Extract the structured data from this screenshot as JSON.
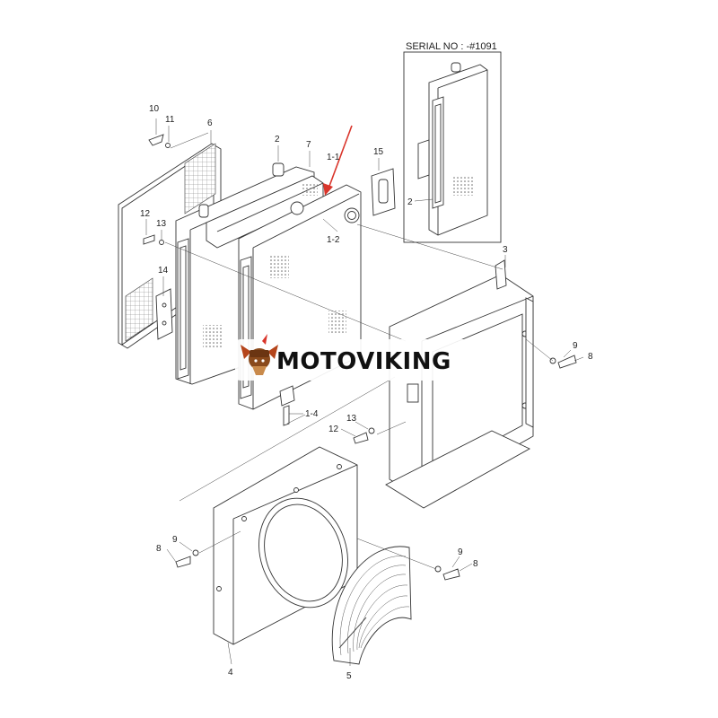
{
  "serial_label": "SERIAL NO : -#1091",
  "watermark": {
    "text": "MOTOVIKING",
    "logo": "viking-helmet-logo"
  },
  "callouts": {
    "c10": "10",
    "c11": "11",
    "c6": "6",
    "c2": "2",
    "c7": "7",
    "c1_1": "1-1",
    "c15": "15",
    "c12a": "12",
    "c13a": "13",
    "c1_2": "1-2",
    "c14": "14",
    "c3": "3",
    "c9a": "9",
    "c8a": "8",
    "c1_4": "1-4",
    "c12b": "12",
    "c13b": "13",
    "c9b": "9",
    "c8b": "8",
    "c9c": "9",
    "c8c": "8",
    "c4": "4",
    "c5": "5",
    "inset2": "2"
  },
  "colors": {
    "line": "#333333",
    "arrow": "#d9352b",
    "background": "#ffffff"
  }
}
